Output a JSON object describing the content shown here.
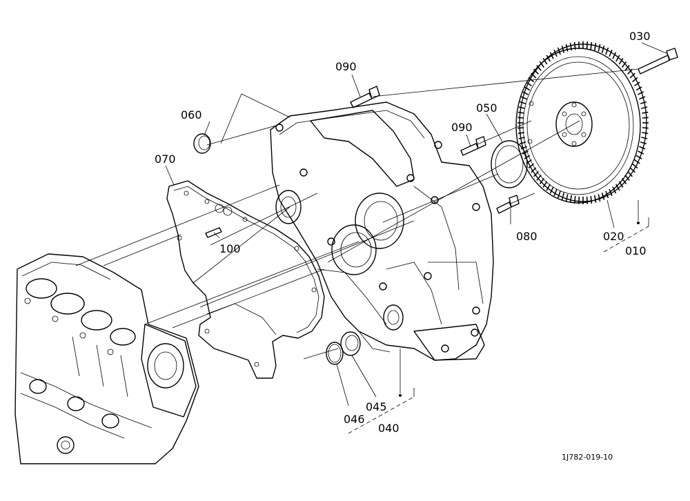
{
  "drawing_ref": "1J782-019-10",
  "callouts": {
    "p010": "010",
    "p020": "020",
    "p030": "030",
    "p040": "040",
    "p045": "045",
    "p046": "046",
    "p050": "050",
    "p060": "060",
    "p070": "070",
    "p080": "080",
    "p090a": "090",
    "p090b": "090",
    "p100": "100"
  }
}
